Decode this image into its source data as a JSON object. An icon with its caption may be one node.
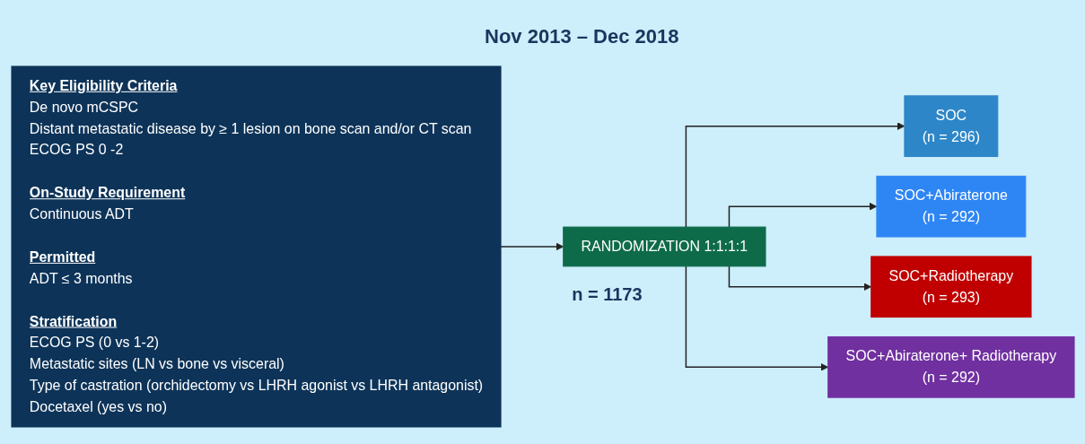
{
  "diagram": {
    "title": "Nov 2013 – Dec 2018",
    "nodes": [
      {
        "text": [
          "Key Eligibility Criteria",
          "De novo mCSPC",
          "Distant metastatic disease by ≥ 1 lesion on bone scan and/or CT scan",
          "ECOG PS 0 -2",
          "On-Study Requirement",
          "Continuous ADT",
          "Permitted",
          "ADT ≤ 3 months",
          "Stratification",
          "ECOG PS (0 vs 1-2)",
          "Metastatic sites (LN vs bone vs visceral)",
          "Type of castration (orchidectomy vs LHRH agonist vs LHRH antagonist)",
          "Docetaxel (yes vs no)"
        ]
      },
      {
        "text": [
          "RANDOMIZATION 1:1:1:1"
        ],
        "beside": [
          "n = 1173"
        ]
      },
      {
        "text": [
          "SOC",
          "(n = 296)"
        ]
      },
      {
        "text": [
          "SOC+Abiraterone",
          "(n = 292)"
        ]
      },
      {
        "text": [
          "SOC+Radiotherapy",
          "(n = 293)"
        ]
      },
      {
        "text": [
          "SOC+Abiraterone+ Radiotherapy",
          "(n = 292)"
        ]
      }
    ],
    "edges": [
      {
        "from": 0,
        "to": 1,
        "arrow": "to"
      },
      {
        "from": 1,
        "to": 2,
        "arrow": "to"
      },
      {
        "from": 1,
        "to": 3,
        "arrow": "to"
      },
      {
        "from": 1,
        "to": 4,
        "arrow": "to"
      },
      {
        "from": 1,
        "to": 5,
        "arrow": "to"
      }
    ]
  }
}
